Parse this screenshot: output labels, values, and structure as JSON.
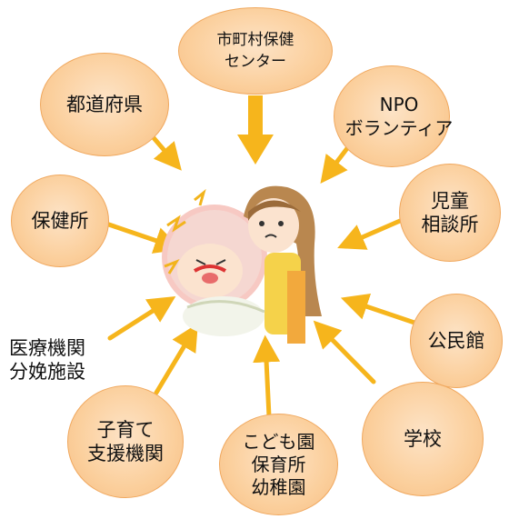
{
  "colors": {
    "arrow": "#f6b51c",
    "bubble_fill": "#fbd3a8",
    "bubble_border": "#f0a85e",
    "text": "#111111"
  },
  "nodes": {
    "city_health_center": "市町村保健\nセンター",
    "npo_volunteer": "NPO\nボランティア",
    "prefecture": "都道府県",
    "child_guidance_center": "児童\n相談所",
    "health_center": "保健所",
    "community_center": "公民館",
    "medical_institution": "医療機関\n分娩施設",
    "school": "学校",
    "childcare_support": "子育て\n支援機関",
    "kindergarten_nursery": "こども園\n保育所\n幼稚園"
  },
  "center_illustration": "mother-holding-crying-baby"
}
